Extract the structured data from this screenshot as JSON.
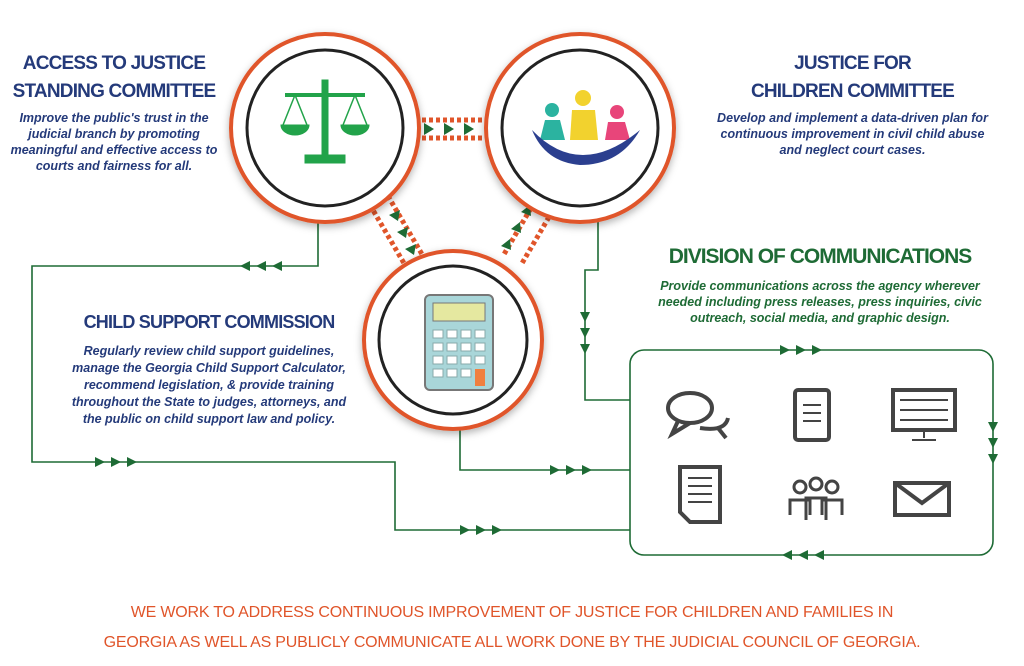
{
  "access": {
    "title1": "ACCESS TO JUSTICE",
    "title2": "STANDING COMMITTEE",
    "desc": "Improve the public's trust in the judicial branch by promoting meaningful and effective access to courts and fairness for all."
  },
  "children": {
    "title1": "JUSTICE FOR",
    "title2": "CHILDREN COMMITTEE",
    "desc": "Develop and implement a data-driven plan for continuous improvement in civil child abuse and neglect court cases."
  },
  "comms": {
    "title": "DIVISION OF COMMUNICATIONS",
    "desc": "Provide communications across the agency wherever needed including press releases, press inquiries, civic outreach, social media, and graphic design."
  },
  "support": {
    "title": "CHILD SUPPORT COMMISSION",
    "desc": "Regularly review child support guidelines, manage the Georgia Child Support Calculator, recommend legislation, & provide training throughout the State to judges, attorneys, and the public on child support law and policy."
  },
  "footer": {
    "line1": "WE WORK TO ADDRESS CONTINUOUS IMPROVEMENT OF JUSTICE FOR CHILDREN AND FAMILIES IN",
    "line2": "GEORGIA AS WELL AS PUBLICLY COMMUNICATE ALL WORK DONE BY THE JUDICIAL COUNCIL OF GEORGIA."
  },
  "colors": {
    "orange": "#e0552a",
    "green": "#1e6b35",
    "blue": "#243a7a",
    "icon": "#444444"
  }
}
